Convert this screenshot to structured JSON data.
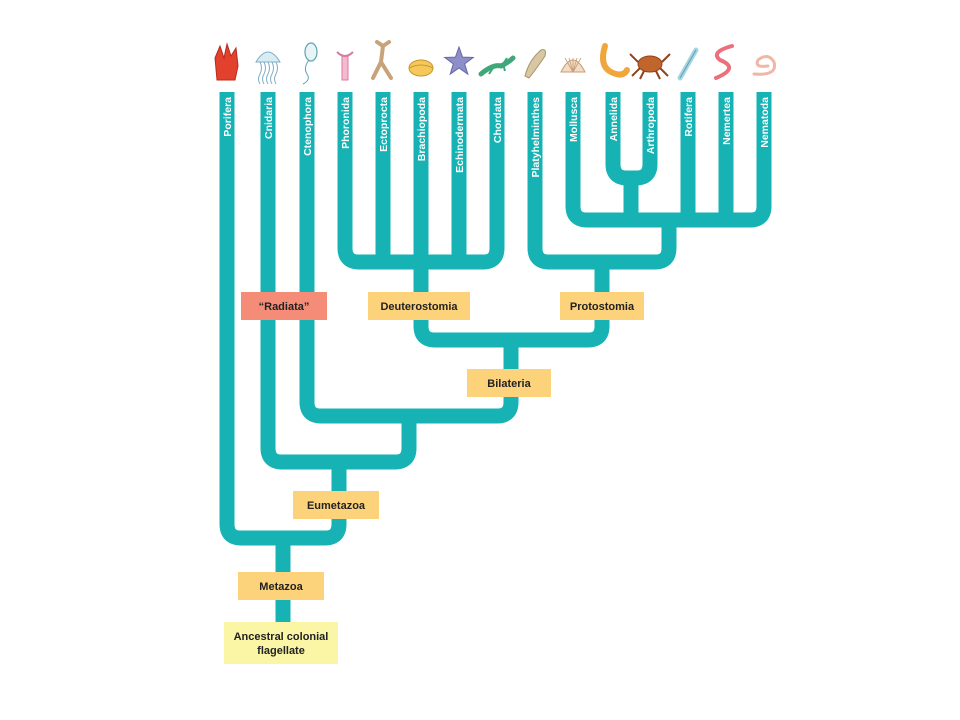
{
  "colors": {
    "branch": "#17b3b4",
    "clade_box": "#fcd27a",
    "radiata_box": "#f48c78",
    "root_box": "#fbf5a6",
    "label_text": "#ffffff",
    "box_text": "#222222"
  },
  "taxa": [
    {
      "name": "Porifera",
      "icon": "sponge-icon"
    },
    {
      "name": "Cnidaria",
      "icon": "jellyfish-icon"
    },
    {
      "name": "Ctenophora",
      "icon": "comb-jelly-icon"
    },
    {
      "name": "Phoronida",
      "icon": "phoronid-icon"
    },
    {
      "name": "Ectoprocta",
      "icon": "bryozoan-icon"
    },
    {
      "name": "Brachiopoda",
      "icon": "brachiopod-icon"
    },
    {
      "name": "Echinodermata",
      "icon": "starfish-icon"
    },
    {
      "name": "Chordata",
      "icon": "lizard-icon"
    },
    {
      "name": "Platyhelminthes",
      "icon": "flatworm-icon"
    },
    {
      "name": "Mollusca",
      "icon": "shell-icon"
    },
    {
      "name": "Annelida",
      "icon": "segmented-worm-icon"
    },
    {
      "name": "Arthropoda",
      "icon": "crab-icon"
    },
    {
      "name": "Rotifera",
      "icon": "rotifer-icon"
    },
    {
      "name": "Nemertea",
      "icon": "ribbon-worm-icon"
    },
    {
      "name": "Nematoda",
      "icon": "roundworm-icon"
    }
  ],
  "clades": {
    "radiata": "“Radiata”",
    "deuterostomia": "Deuterostomia",
    "protostomia": "Protostomia",
    "bilateria": "Bilateria",
    "eumetazoa": "Eumetazoa",
    "metazoa": "Metazoa",
    "root_line1": "Ancestral colonial",
    "root_line2": "flagellate"
  }
}
